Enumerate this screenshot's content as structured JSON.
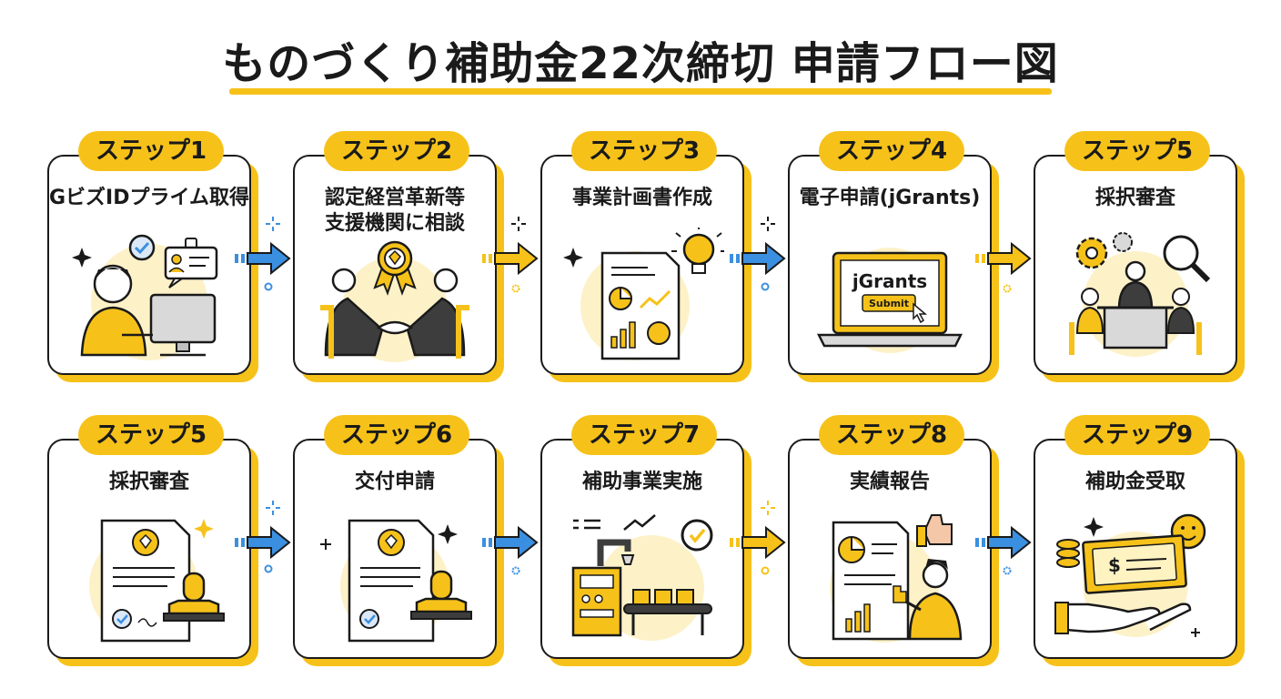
{
  "title": "ものづくり補助金22次締切 申請フロー図",
  "colors": {
    "accent": "#f6c21a",
    "arrow_blue": "#3b8fe0",
    "ink": "#1a1a1a",
    "cream": "#fdf1c8"
  },
  "row1": [
    {
      "badge": "ステップ1",
      "lines": [
        "GビズIDプライム取得"
      ],
      "icon": "computer-user-icon"
    },
    {
      "badge": "ステップ2",
      "lines": [
        "認定経営革新等",
        "支援機関に相談"
      ],
      "icon": "handshake-award-icon"
    },
    {
      "badge": "ステップ3",
      "lines": [
        "事業計画書作成"
      ],
      "icon": "business-plan-lightbulb-icon"
    },
    {
      "badge": "ステップ4",
      "lines": [
        "電子申請(jGrants)"
      ],
      "icon": "laptop-submit-icon",
      "screen_text": "jGrants",
      "button_text": "Submit"
    },
    {
      "badge": "ステップ5",
      "lines": [
        "採択審査"
      ],
      "icon": "review-meeting-icon"
    }
  ],
  "row2": [
    {
      "badge": "ステップ5",
      "lines": [
        "採択審査"
      ],
      "icon": "certificate-stamp-icon"
    },
    {
      "badge": "ステップ6",
      "lines": [
        "交付申請"
      ],
      "icon": "document-stamp-icon"
    },
    {
      "badge": "ステップ7",
      "lines": [
        "補助事業実施"
      ],
      "icon": "factory-robot-icon"
    },
    {
      "badge": "ステップ8",
      "lines": [
        "実績報告"
      ],
      "icon": "report-presenter-icon"
    },
    {
      "badge": "ステップ9",
      "lines": [
        "補助金受取"
      ],
      "icon": "receive-money-icon"
    }
  ],
  "arrows_row1": [
    "blue",
    "yellow",
    "blue",
    "yellow"
  ],
  "arrows_row2": [
    "blue",
    "blue",
    "yellow",
    "blue"
  ]
}
